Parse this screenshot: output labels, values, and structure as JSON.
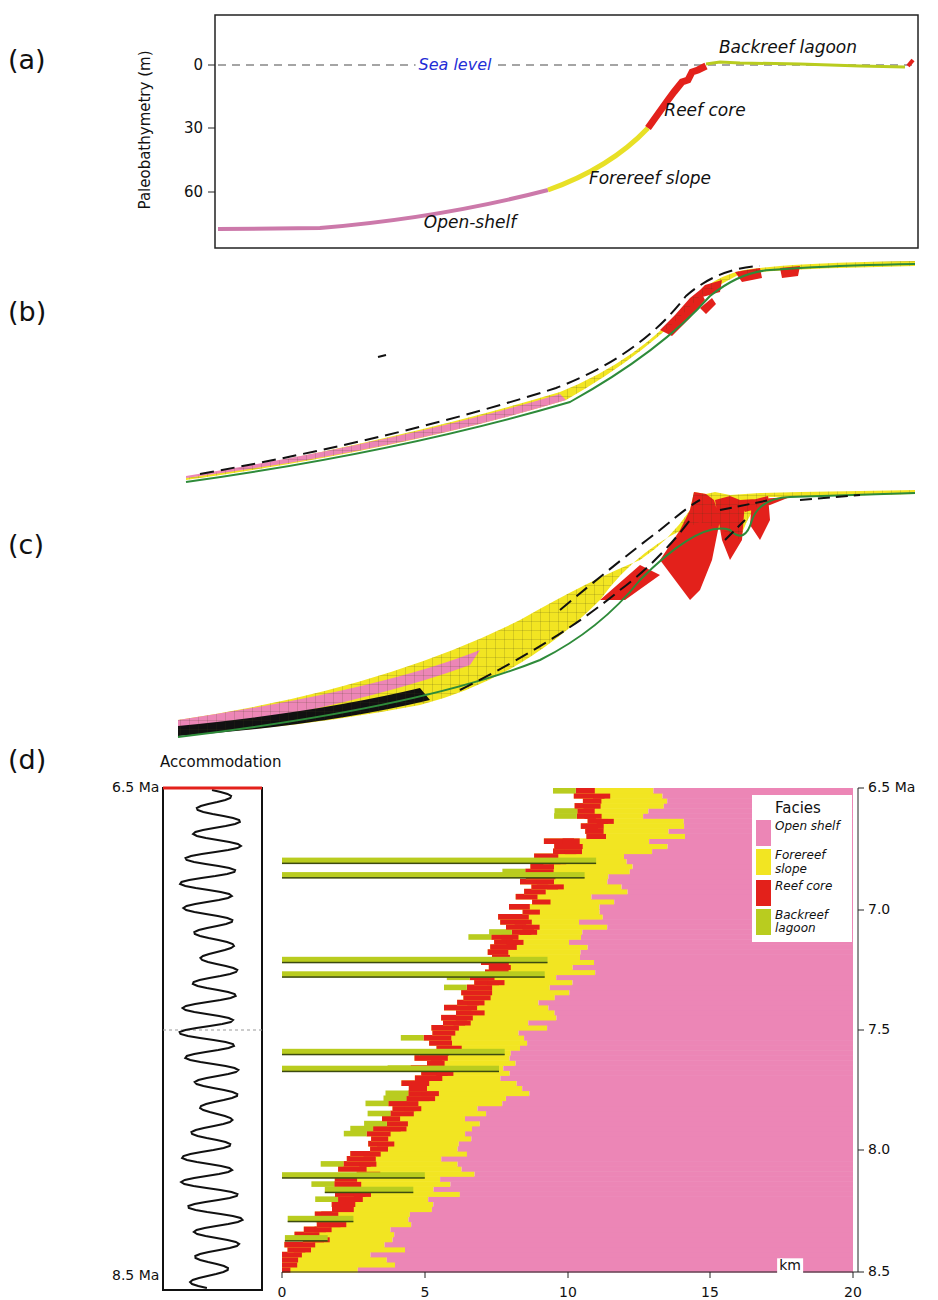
{
  "diagram": {
    "labels": [
      "(a)",
      "Paleobathymetry (m)",
      "0",
      "30",
      "60",
      "Sea level",
      "Backreef lagoon",
      "Reef core",
      "Forereef slope",
      "Open-shelf",
      "(b)",
      "(c)",
      "(d)",
      "Accommodation",
      "6.5 Ma",
      "8.5 Ma",
      "6.5 Ma",
      "7.0",
      "7.5",
      "8.0",
      "8.5",
      "0",
      "5",
      "10",
      "15",
      "km",
      "20",
      "Facies"
    ],
    "legend": [
      {
        "text": "Open shelf",
        "color": "#ec86b6"
      },
      {
        "text": "Forereef slope",
        "color": "#f2e522"
      },
      {
        "text": "Reef core",
        "color": "#e3211b"
      },
      {
        "text": "Backreef lagoon",
        "color": "#b9cc1f"
      }
    ]
  }
}
